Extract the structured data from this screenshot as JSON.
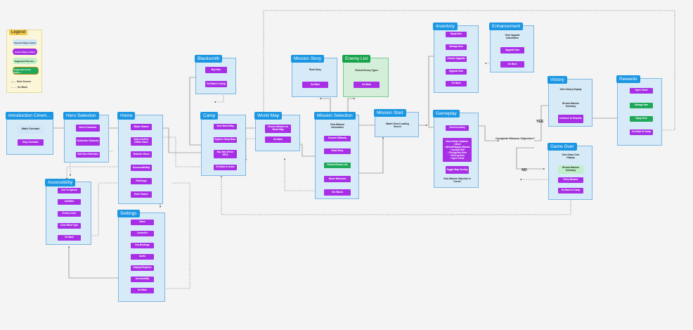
{
  "legend": {
    "title": "Legend",
    "passive": "Passive Player Action",
    "active": "Active Player Action",
    "suggested_passive": "Suggested Passive...",
    "suggested_active": "Suggested Active Player...",
    "next_screen": "Next Screen",
    "go_back": "Go Back"
  },
  "intro": {
    "title": "Introduction Cinem...",
    "watch": "Watch Cinematic",
    "skip": "Skip Cinematic"
  },
  "hero": {
    "title": "Hero Selection",
    "select": "Select Character",
    "customize": "Customize Character",
    "exit": "Exit Hero Selection"
  },
  "home": {
    "title": "Home",
    "start": "Start Game",
    "offline": "Select Online/ Offline Game",
    "switch": "Switch Hero",
    "accessibility": "Accessibility",
    "settings": "Settings",
    "exit": "Exit Game"
  },
  "accessibility": {
    "title": "Accessibility",
    "tts": "Text To Speech",
    "subtitles": "Subtitles",
    "enemy_color": "Enemy Color",
    "color_blind": "Color Blind Type",
    "back": "Go Back"
  },
  "settings": {
    "title": "Settings",
    "items": [
      "Game",
      "Controller",
      "Key Bindings",
      "Audio",
      "Display/Graphics",
      "Accessibility",
      "Go Back"
    ]
  },
  "blacksmith": {
    "title": "Blacksmith",
    "buy": "Buy Item",
    "back": "Go Back to Camp"
  },
  "camp": {
    "title": "Camp",
    "view_map": "View World Map",
    "explore": "Explore Camp Base",
    "buy": "Buy Item (From NPC)",
    "back": "Go Back to Home"
  },
  "world_map": {
    "title": "World Map",
    "choose": "Choose Mission on World Map",
    "back": "Go Back"
  },
  "mission_story": {
    "title": "Mission Story",
    "read": "Read Story",
    "back": "Go Back"
  },
  "enemy_list": {
    "title": "Enemy List",
    "review": "Review Enemy Types",
    "back": "Go Back"
  },
  "mission_selection": {
    "title": "Mission Selection",
    "view": "View Mission Information",
    "difficulty": "Choose Difficulty",
    "story": "Read Story",
    "enemy": "Review Enemy List",
    "start": "Start Mission",
    "back": "Go Back"
  },
  "mission_start": {
    "title": "Mission Start",
    "watch": "Watch Travel Loading Screen"
  },
  "inventory": {
    "title": "Inventory",
    "equip": "Equip Item",
    "salvage": "Salvage Item",
    "choose": "Choose Upgrade",
    "upgrade": "Upgrade Item",
    "back": "Go Back"
  },
  "enhancement": {
    "title": "Enhancement",
    "view": "View Upgrade Information",
    "upgrade": "Upgrade Item",
    "back": "Go Back"
  },
  "gameplay": {
    "title": "Gameplay",
    "view_inventory": "View Inventory",
    "actions": [
      "Hero Action Options:",
      "• Move",
      "• Melee/Ranged Attacks",
      "• Combat Roll",
      "• Pickup/Use Item",
      "• Pick up Item",
      "• Open Chest"
    ],
    "toggle": "Toggle Map Overlay",
    "objective": "View Mission Objective in Corner"
  },
  "decision": {
    "question": "Complete Mission Objective?",
    "yes": "YES",
    "no": "NO"
  },
  "victory": {
    "title": "Victory",
    "view": "View Victory Display",
    "review": "Review Mission Summary",
    "continue": "Continue to Rewards"
  },
  "game_over": {
    "title": "Game Over",
    "view": "View Game Over Display",
    "review": "Review Mission Summary",
    "retry": "Retry Mission",
    "back": "Go Back to Camp"
  },
  "rewards": {
    "title": "Rewards",
    "open": "Open Chest",
    "salvage": "Salvage Item",
    "equip": "Equip Item",
    "back": "Go Back to Camp"
  }
}
